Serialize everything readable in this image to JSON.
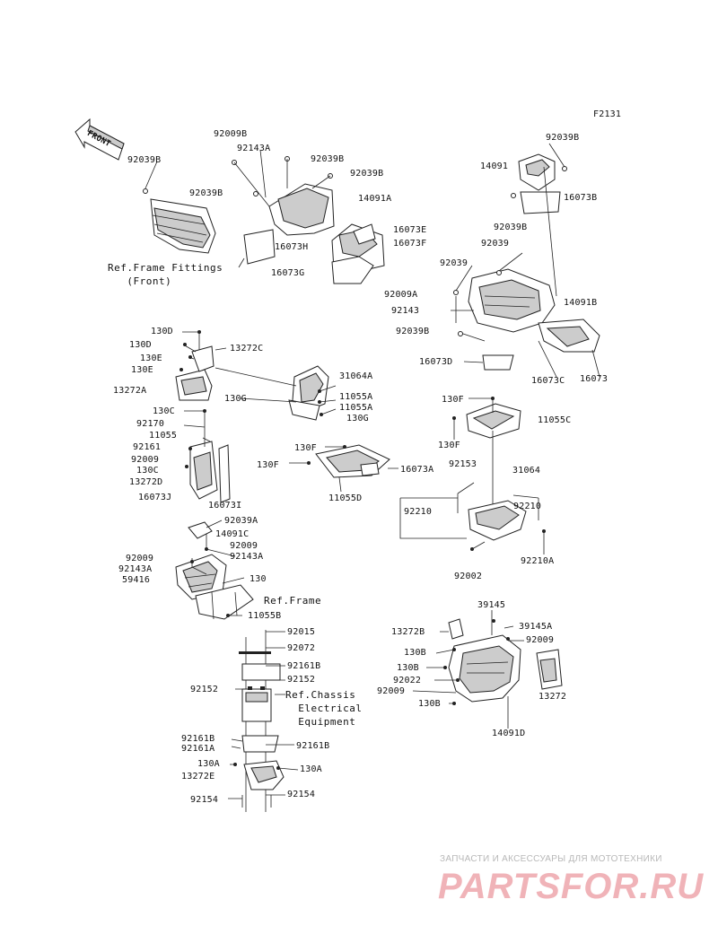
{
  "figure_id": "F2131",
  "front_label": "FRONT",
  "labels": {
    "l1": "92039B",
    "l2": "92009B",
    "l3": "92143A",
    "l4": "92039B",
    "l5": "92039B",
    "l6": "92039B",
    "l7": "14091A",
    "l8": "16073E",
    "l9": "16073F",
    "l10": "16073H",
    "l11": "16073G",
    "l12": "92039B",
    "l13": "14091",
    "l14": "16073B",
    "l15": "92039B",
    "l16": "92039",
    "l17": "92039",
    "l18": "92009A",
    "l19": "14091B",
    "l20": "92143",
    "l21": "92039B",
    "l22": "16073D",
    "l23": "16073C",
    "l24": "16073",
    "l25": "130D",
    "l26": "130D",
    "l27": "13272C",
    "l28": "130E",
    "l29": "130E",
    "l30": "13272A",
    "l31": "130G",
    "l32": "31064A",
    "l33": "11055A",
    "l34": "11055A",
    "l35": "130G",
    "l36": "130C",
    "l37": "92170",
    "l38": "11055",
    "l39": "92161",
    "l40": "92009",
    "l41": "130C",
    "l42": "13272D",
    "l43": "16073J",
    "l44": "16073I",
    "l45": "130F",
    "l46": "130F",
    "l47": "16073A",
    "l48": "11055D",
    "l49": "130F",
    "l50": "11055C",
    "l51": "130F",
    "l52": "92153",
    "l53": "31064",
    "l54": "92210",
    "l55": "92210",
    "l56": "92002",
    "l57": "92210A",
    "l58": "92039A",
    "l59": "14091C",
    "l60": "92009",
    "l61": "92143A",
    "l62": "92009",
    "l63": "92143A",
    "l64": "130",
    "l65": "59416",
    "l66": "11055B",
    "l67": "92015",
    "l68": "92072",
    "l69": "92161B",
    "l70": "92152",
    "l71": "92152",
    "l72": "92161B",
    "l73": "92161A",
    "l74": "92161B",
    "l75": "130A",
    "l76": "130A",
    "l77": "13272E",
    "l78": "92154",
    "l79": "92154",
    "l80": "39145",
    "l81": "13272B",
    "l82": "39145A",
    "l83": "92009",
    "l84": "130B",
    "l85": "130B",
    "l86": "92022",
    "l87": "13272",
    "l88": "92009",
    "l89": "130B",
    "l90": "14091D"
  },
  "refs": {
    "r1": "Ref.Frame Fittings\n   (Front)",
    "r2": "Ref.Frame",
    "r3": "Ref.Chassis\n  Electrical\n  Equipment"
  },
  "watermark": {
    "text": "ЗАПЧАСТИ И АКСЕССУАРЫ ДЛЯ МОТОТЕХНИКИ",
    "logo": "PARTSFOR.RU"
  }
}
